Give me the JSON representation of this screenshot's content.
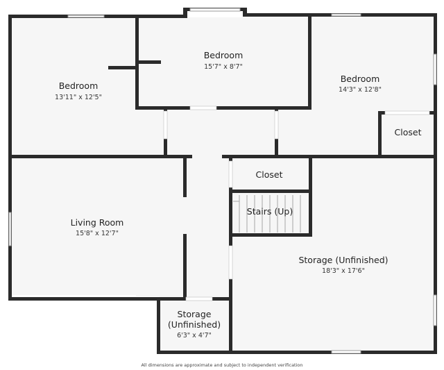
{
  "rooms": {
    "bedroom_left": {
      "name": "Bedroom",
      "dims": "13'11\" x 12'5\""
    },
    "bedroom_top": {
      "name": "Bedroom",
      "dims": "15'7\" x 8'7\""
    },
    "bedroom_right": {
      "name": "Bedroom",
      "dims": "14'3\" x 12'8\""
    },
    "closet_right": {
      "name": "Closet"
    },
    "closet_center": {
      "name": "Closet"
    },
    "stairs": {
      "name": "Stairs (Up)"
    },
    "living_room": {
      "name": "Living Room",
      "dims": "15'8\" x 12'7\""
    },
    "storage_small": {
      "name_line1": "Storage",
      "name_line2": "(Unfinished)",
      "dims": "6'3\" x 4'7\""
    },
    "storage_large": {
      "name": "Storage (Unfinished)",
      "dims": "18'3\" x 17'6\""
    }
  },
  "footer": {
    "disclaimer": "All dimensions are approximate and subject to independent verification"
  }
}
